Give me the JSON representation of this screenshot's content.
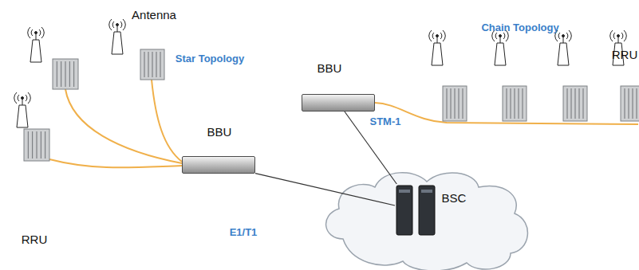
{
  "diagram": {
    "nodes": [
      {
        "text": [
          "BBU"
        ]
      },
      {
        "text": [
          "BBU"
        ]
      },
      {
        "text": [
          "BSC"
        ]
      }
    ],
    "edges": [
      {
        "from": 0,
        "to": 2,
        "arrow": "none",
        "label": "E1/T1"
      },
      {
        "from": 1,
        "to": 2,
        "arrow": "none",
        "label": "STM-1"
      }
    ],
    "labels": [
      "Antenna",
      "Star Topology",
      "Chain Topology",
      "RRU",
      "RRU"
    ]
  }
}
